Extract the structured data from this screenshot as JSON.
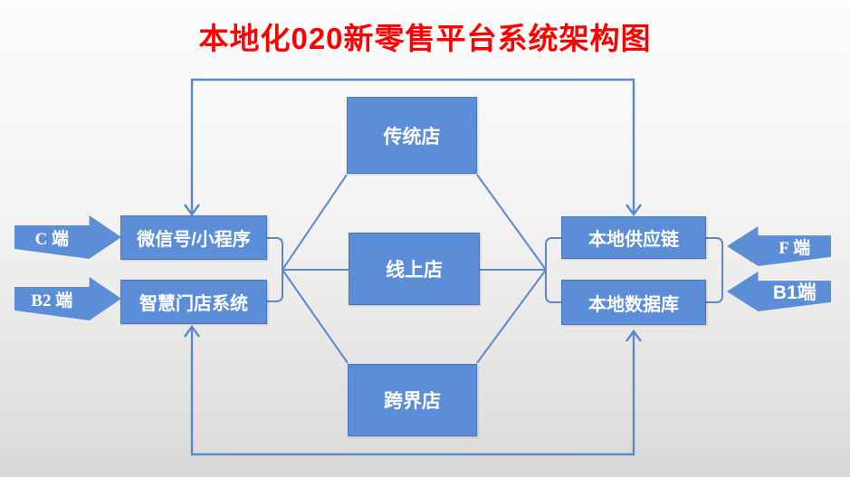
{
  "title": {
    "text": "本地化020新零售平台系统架构图",
    "color": "#ff0000"
  },
  "nodes": {
    "traditional_store": {
      "label": "传统店"
    },
    "online_store": {
      "label": "线上店"
    },
    "crossover_store": {
      "label": "跨界店"
    },
    "wechat_miniprogram": {
      "label": "微信号/小程序"
    },
    "smart_store_system": {
      "label": "智慧门店系统"
    },
    "local_supply_chain": {
      "label": "本地供应链"
    },
    "local_database": {
      "label": "本地数据库"
    }
  },
  "arrows": {
    "c_end": {
      "label": "C 端",
      "direction": "right"
    },
    "b2_end": {
      "label": "B2 端",
      "direction": "right"
    },
    "f_end": {
      "label": "F 端",
      "direction": "left"
    },
    "b1_end": {
      "label": "B1端",
      "direction": "left"
    }
  },
  "colors": {
    "title": "#ff0000",
    "shape_fill": "#5b8ed6",
    "shape_border": "#4476c4",
    "connector_line": "#5b87ce",
    "shape_text": "#ffffff",
    "background_top": "#fdfdfd",
    "background_bottom": "#d9d8d6"
  }
}
